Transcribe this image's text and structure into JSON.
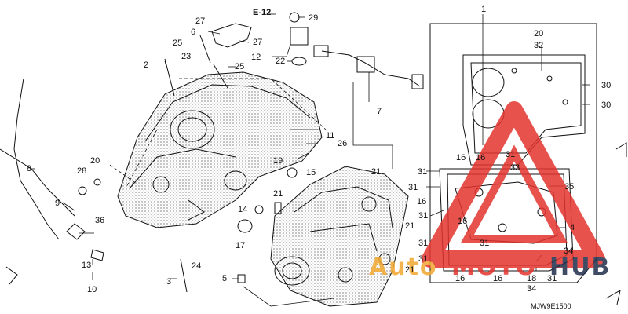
{
  "reference": "E-12",
  "diagram_code": "MJW9E1500",
  "watermark": {
    "prefix": "Auto",
    "suffix": "MOTO",
    "tail": "HUB",
    "colors": {
      "triangle": "#e3342f",
      "auto": "#f2a830",
      "moto": "#e3342f",
      "hub": "#1f2d4a"
    }
  },
  "callouts": {
    "c1": "1",
    "c2": "2",
    "c3": "3",
    "c4": "4",
    "c5": "5",
    "c6": "6",
    "c7": "7",
    "c8": "8",
    "c9": "9",
    "c10": "10",
    "c11": "11",
    "c12": "12",
    "c13": "13",
    "c14": "14",
    "c15": "15",
    "c16a": "16",
    "c16b": "16",
    "c16c": "16",
    "c16d": "16",
    "c16e": "16",
    "c16f": "16",
    "c17": "17",
    "c18": "18",
    "c19": "19",
    "c20a": "20",
    "c20b": "20",
    "c21a": "21",
    "c21b": "21",
    "c21c": "21",
    "c21d": "21",
    "c22": "22",
    "c23": "23",
    "c24": "24",
    "c25a": "25",
    "c25b": "25",
    "c26": "26",
    "c27a": "27",
    "c27b": "27",
    "c28": "28",
    "c29": "29",
    "c30a": "30",
    "c30b": "30",
    "c31a": "31",
    "c31b": "31",
    "c31c": "31",
    "c31d": "31",
    "c31e": "31",
    "c31f": "31",
    "c31g": "31",
    "c31h": "31",
    "c32": "32",
    "c33": "33",
    "c34a": "34",
    "c34b": "34",
    "c35": "35",
    "c36": "36"
  }
}
